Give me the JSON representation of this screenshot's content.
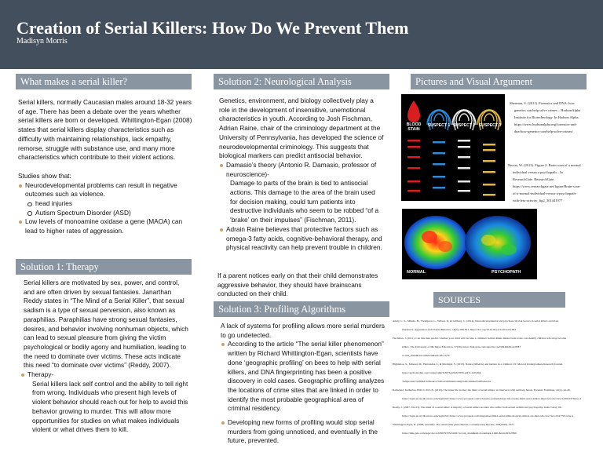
{
  "header": {
    "title": "Creation of Serial Killers: How Do We Prevent Them",
    "author": "Madisyn Morris"
  },
  "sec1": {
    "heading": "What makes a serial killer?",
    "intro": "Serial killers, normally Caucasian males around 18-32 years of age. There has been a debate over the years whether serial killers are born or developed. Whittington-Egan (2008) states that serial killers display characteristics such as difficulty with maintaining relationships, lack empathy, remorse, struggle with substance use, and many more characteristics which contribute to their violent actions.",
    "studies_label": "Studies show that:",
    "b1": "Neurodevelopmental problems can result in negative outcomes such as violence.",
    "b1_sub1": "head injuries",
    "b1_sub2": "Autism Spectrum Disorder (ASD)",
    "b2": "Low levels of monoamine oxidase a gene (MAOA) can lead to higher rates of aggression."
  },
  "sec_therapy": {
    "heading": "Solution 1: Therapy",
    "p1": "Serial killers are motivated by sex, power, and control, and are often driven by sexual fantasies. Janarthan Reddy states in “The Mind of a Serial Killer”, that sexual sadism is a type of sexual perversion, also known as paraphilias. Paraphilias have strong sexual fantasies, desires, and behavior involving nonhuman objects, which can lead to sexual pleasure from giving the victim psychological or bodily agony and humiliation, leading to the need to dominate over victims. These acts indicate this need “to dominate over victims” (Reddy, 2007).",
    "b1": "Therapy-",
    "b1_text": "Serial killers lack self control and the ability to tell right from wrong. Individuals who present high levels of violent behavior should reach out for help to avoid this behavior growing to murder. This will allow more opportunities for studies on what makes individuals violent or what drives them to kill."
  },
  "sec_neuro": {
    "heading": "Solution 2: Neurological Analysis",
    "p1": "Genetics, environment, and biology collectively play a role in the development of insensitive, unemotional characteristics in youth. According to Josh Fischman, Adrian Raine, chair of the criminology department at the University of Pennsylvania, has developed the science of neurodevelopmental criminology. This suggests that biological markers can predict antisocial behavior.",
    "b1": "Damasio’s theory (Antonio R. Damasio, professor of neuroscience)-",
    "b1_text": "Damage to parts of the brain is tied to antisocial actions. This damage to the area of the brain used for decision making, could turn patients into destructive individuals who seem to be robbed “of a ‘brake’ on their impulses” (Fischman, 2011).",
    "b2": "Adrain Raine believes that protective factors such as omega-3 fatty acids, cognitive-behavioral therapy, and physical reactivity can help prevent trouble in children.",
    "p2": "If a parent notices early on that their child demonstrates aggressive behavior, they should have brainscans conducted on their child."
  },
  "sec_profiling": {
    "heading": "Solution 3: Profiling Algorithms",
    "p1": "A lack of systems for profiling allows more serial murders to go undetected.",
    "b1": "According to the article “The serial killer phenomenon” written by Richard Whittington-Egan, scientists have done ‘geographic profiling’ on bees to help with serial killers, and DNA fingerprinting has been a positive discovery in cold cases. Geographic profiling analyzes the locations of crime sites that are linked in order to identify the most probable geographical area of criminal residency.",
    "b2": "Developing new forms of profiling would stop serial murders from going unnoticed, and eventually in the future, prevented."
  },
  "sec_pictures": {
    "heading": "Pictures and Visual Argument",
    "scan_labels": [
      "BLOOD STAIN",
      "SUSPECT 1",
      "SUSPECT 2",
      "SUSPECT 3"
    ],
    "cite1": [
      "Sherman, S. (2011). Forensics and DNA: how",
      "genetics can help solve crimes – HudsonAlpha",
      "Institute for Biotechnology. In Hudson Alpha.",
      "https://www.hudsonalpha.org/forensics-and-",
      "dna-how-genetics-can-help-solve-crimes/"
    ],
    "cite2": [
      "Nectar, W. (2013). Figure 2. Brain scan of a normal",
      "individual versus a psychopath... In",
      "ResearchGate. ResearchGate.",
      "https://www.researchgate.net/figure/Brain-scan-",
      "of-a-normal-individual-versus-a-psychopath-",
      "with-less-activity_fig2_301441977"
    ],
    "brain_labels": [
      "NORMAL",
      "PSYCHOPATH"
    ]
  },
  "sec_sources": {
    "heading": "SOURCES",
    "refs": [
      "Allely, C. S., Minnis, H., Thompson, L., Wilson, P., & Gillberg, C. (2014). Neurodevelopmental and psychosocial risk factors in serial killers and mass",
      "murderers. Aggression and Violent Behavior, 19(3), 288-301. https://doi.org/10.1016/j.avb.2014.04.004",
      "Fischman, J. (2011). Can this man predict whether your child will become a criminal? Adrian Raine thinks brain scans can identify children who may become",
      "killers. The University of Michigan Education, 57(39). https://link.gale.com/apps/doc/A258448436/AONE?",
      "u=wm_main&sid=summon&xid=e8ccd7f4",
      "Hightshoe, S., Mirzaei, M., Hernandez, I., & Madrigal, S. (2013). Nature (MAOA) and nurture in a criminal. UC Merced Undergraduate Research Journal.",
      "https://escholarship.org/content/qt9n3z367h/qt9n3z367h.pdf?t=m4v9hk",
      "%20product%20find%20source%20on%20mentorship%20criminal%20behavior",
      "Ramsland, Katherine, PhD. C.M.L.N. (2013). The inner life stories: the mind of serial killers: an interview with Anthony Mock. Forensic Examiner, 22(1), 44-46.",
      "https://login.proxy.lib.uiowa.edu/login?url=https://www.proquest.com/scholarly-journals/inner-life-stories-mind-serial-killers-interview/docview/1439103764/se-2",
      "Reddy, J. (2007, Jun 23). The mind of a serial killer: A majority of serial killers are men who suffer from sexual sadism and psychopathy. India Today, 66.",
      "https://login.proxy.lib.uiowa.edu/login?url=https://www.proquest.com/magazines/mind-serial-killer-majority-killers-are-men-who/docview/194770314/se-2",
      "Whittington-Egan, R. (2008, Autumn). The serial killer phenomenon. Contemporary Review, 290(1690), 322+.",
      "https://link.gale.com/apps/doc/A189979705/LitRC?u=wm_main&sid=bookmark-LitRC&xid=6f3a7899"
    ]
  },
  "colors": {
    "header_bg": "#444f5e",
    "section_header_bg": "#8a95a2",
    "bullet": "#c9a26b"
  }
}
